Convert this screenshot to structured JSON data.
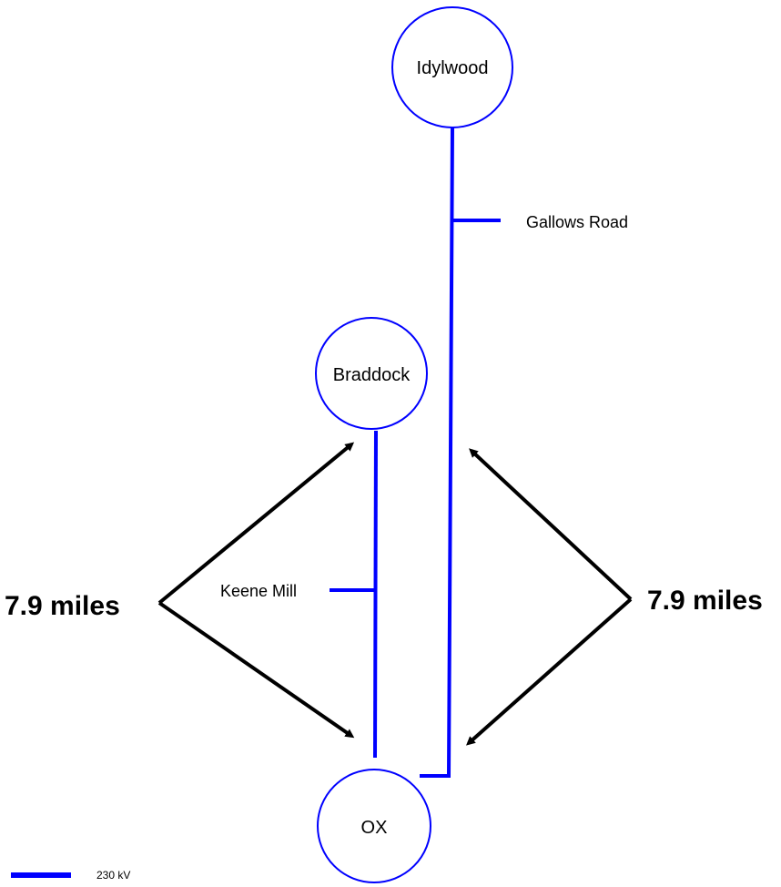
{
  "colors": {
    "line_230kv": "#0000ff",
    "node_stroke": "#0000ff",
    "arrow": "#000000",
    "text": "#000000"
  },
  "substations": {
    "idylwood": "Idylwood",
    "braddock": "Braddock",
    "ox": "OX"
  },
  "taps": {
    "gallows_road": "Gallows Road",
    "keene_mill": "Keene Mill"
  },
  "distances": {
    "left": "7.9 miles",
    "right": "7.9 miles"
  },
  "legend": {
    "label": "230 kV"
  }
}
